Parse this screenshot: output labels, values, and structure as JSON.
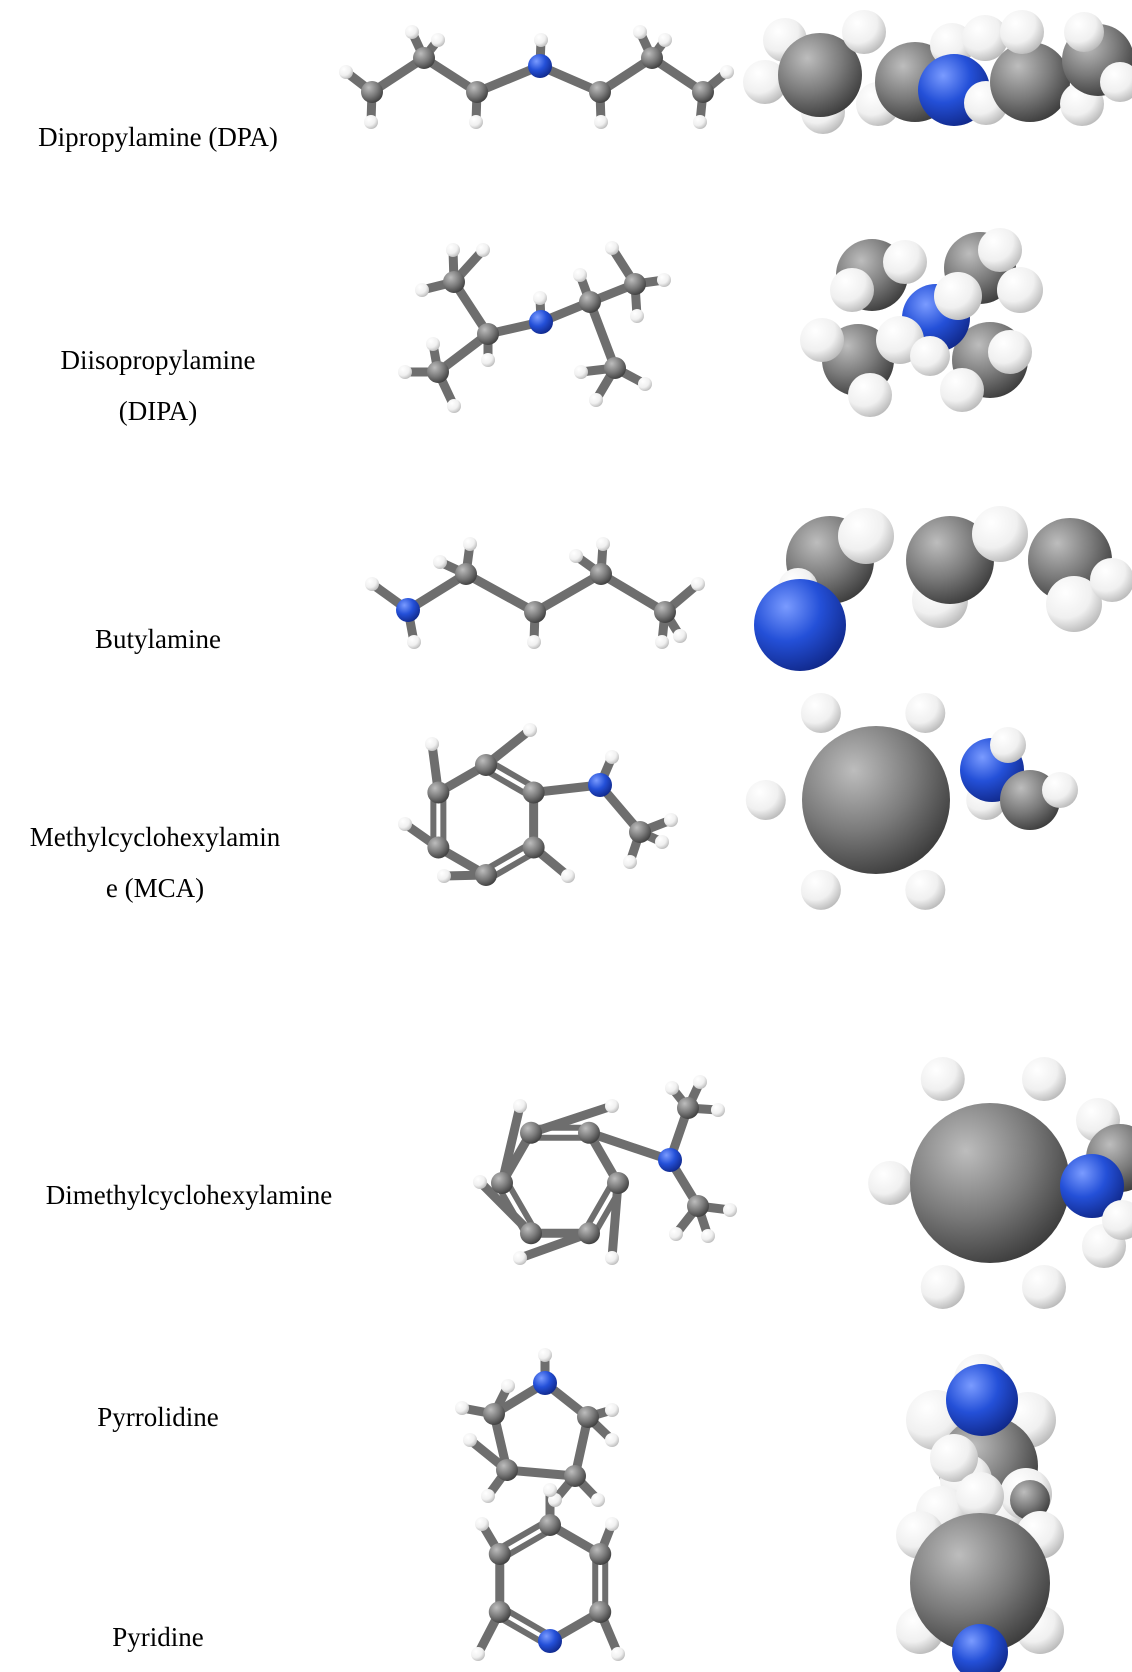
{
  "colors": {
    "carbon": "#7a7a7a",
    "hydrogen": "#f2f2f2",
    "nitrogen": "#2450d8",
    "background": "#ffffff"
  },
  "molecules": [
    {
      "id": "dpa",
      "label_lines": [
        "Dipropylamine (DPA)"
      ]
    },
    {
      "id": "dipa",
      "label_lines": [
        "Diisopropylamine",
        "(DIPA)"
      ]
    },
    {
      "id": "butyl",
      "label_lines": [
        "Butylamine"
      ]
    },
    {
      "id": "mca",
      "label_lines": [
        "Methylcyclohexylamin",
        "e (MCA)"
      ]
    },
    {
      "id": "dmca",
      "label_lines": [
        "Dimethylcyclohexylamine"
      ]
    },
    {
      "id": "pyrr",
      "label_lines": [
        "Pyrrolidine"
      ]
    },
    {
      "id": "pyr",
      "label_lines": [
        "Pyridine"
      ]
    }
  ]
}
